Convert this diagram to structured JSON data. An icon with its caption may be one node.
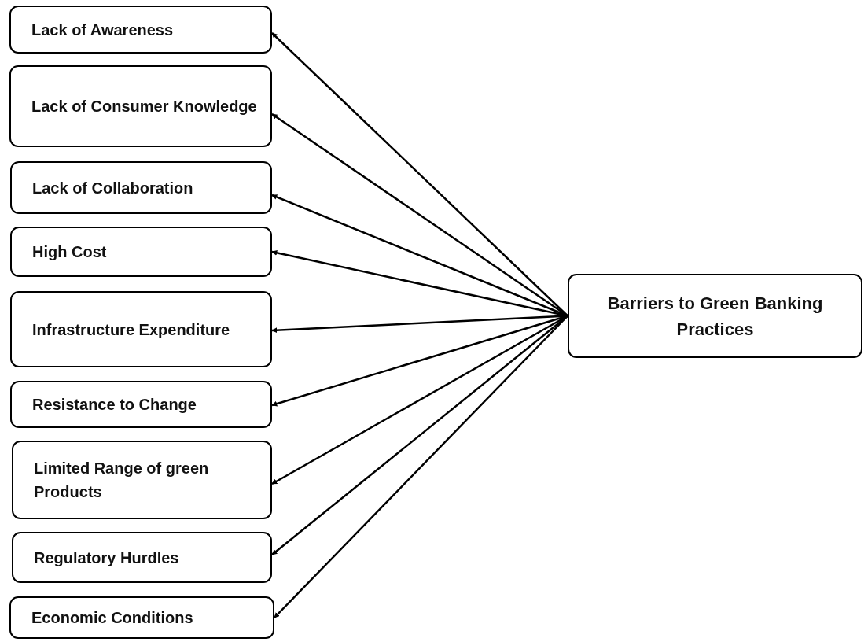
{
  "diagram": {
    "nodes": [
      {
        "text": [
          "Lack of Awareness"
        ]
      },
      {
        "text": [
          "Lack of Consumer Knowledge"
        ]
      },
      {
        "text": [
          "Lack of Collaboration"
        ]
      },
      {
        "text": [
          "High Cost"
        ]
      },
      {
        "text": [
          "Infrastructure Expenditure"
        ]
      },
      {
        "text": [
          "Resistance to Change"
        ]
      },
      {
        "text": [
          "Limited Range of green Products"
        ]
      },
      {
        "text": [
          "Regulatory Hurdles"
        ]
      },
      {
        "text": [
          "Economic Conditions"
        ]
      },
      {
        "text": [
          "Barriers to Green Banking Practices"
        ]
      }
    ],
    "edges": [
      {
        "from": 9,
        "to": 0,
        "arrow": "to"
      },
      {
        "from": 9,
        "to": 1,
        "arrow": "to"
      },
      {
        "from": 9,
        "to": 2,
        "arrow": "to"
      },
      {
        "from": 9,
        "to": 3,
        "arrow": "to"
      },
      {
        "from": 9,
        "to": 4,
        "arrow": "to"
      },
      {
        "from": 9,
        "to": 5,
        "arrow": "to"
      },
      {
        "from": 9,
        "to": 6,
        "arrow": "to"
      },
      {
        "from": 9,
        "to": 7,
        "arrow": "to"
      },
      {
        "from": 9,
        "to": 8,
        "arrow": "to"
      }
    ]
  }
}
